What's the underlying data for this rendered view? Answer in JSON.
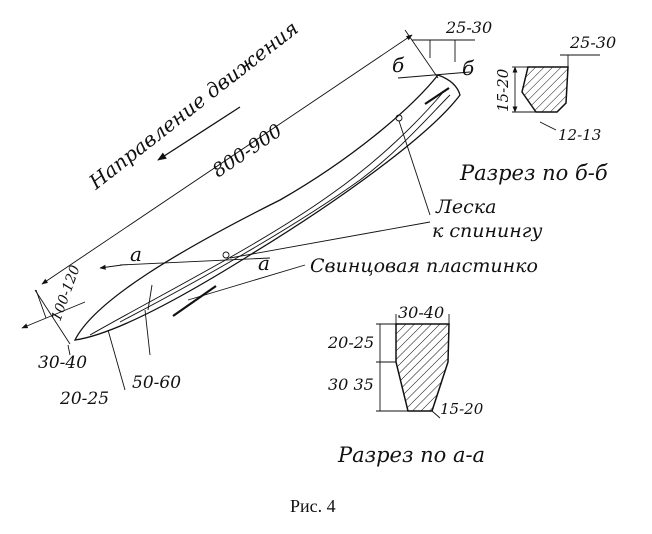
{
  "figure": {
    "caption": "Рис. 4",
    "direction_label": "Направление движения",
    "total_length": "800-900",
    "section_a_letter": "а",
    "section_b_letter": "б",
    "line_label_1": "Леска",
    "line_label_2": "к спинингу",
    "lead_plate_label": "Свинцовая пластинко",
    "dims": {
      "tail_width": "100-120",
      "nose_top": "30-40",
      "nose_mid": "20-25",
      "nose_plate": "50-60",
      "tail_top": "25-30"
    }
  },
  "section_b": {
    "title": "Разрез по б-б",
    "dim_top": "25-30",
    "dim_height": "15-20",
    "dim_bottom": "12-13"
  },
  "section_a": {
    "title": "Разрез по а-а",
    "dim_top": "30-40",
    "dim_upper": "20-25",
    "dim_lower": "30 35",
    "dim_bottom": "15-20"
  },
  "colors": {
    "ink": "#111111",
    "paper": "#ffffff"
  }
}
